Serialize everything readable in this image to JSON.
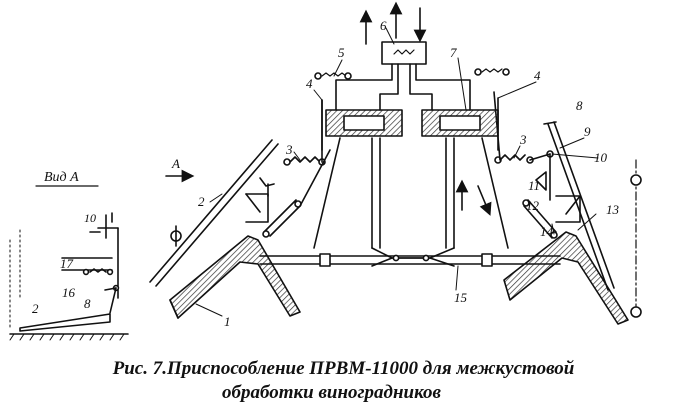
{
  "view_title": "Вид А",
  "arrow_label": "А",
  "caption": {
    "line1": "Рис. 7.Приспособление ПРВМ-11000 для межкустовой",
    "line2": "обработки виноградников"
  },
  "labels": {
    "n1": "1",
    "n2": "2",
    "n3": "3",
    "n4": "4",
    "n5": "5",
    "n6": "6",
    "n7": "7",
    "n8": "8",
    "n9": "9",
    "n10": "10",
    "n11": "11",
    "n12": "12",
    "n13": "13",
    "n14": "14",
    "n15": "15",
    "n16": "16",
    "n17": "17"
  },
  "colors": {
    "ink": "#111111",
    "paper": "#ffffff",
    "hatch": "#333333"
  }
}
